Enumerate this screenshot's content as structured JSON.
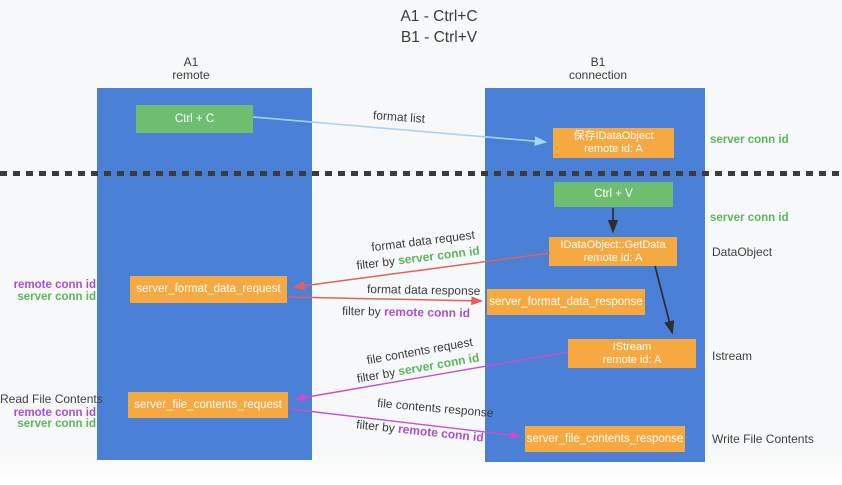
{
  "title": {
    "line1": "A1 - Ctrl+C",
    "line2": "B1 - Ctrl+V"
  },
  "lifelines": {
    "left": {
      "name": "A1",
      "subtitle": "remote"
    },
    "right": {
      "name": "B1",
      "subtitle": "connection"
    }
  },
  "nodes": {
    "ctrl_c": {
      "label": "Ctrl + C"
    },
    "save_idataobject": {
      "line1": "保存IDataObject",
      "line2": "remote id: A"
    },
    "ctrl_v": {
      "label": "Ctrl + V"
    },
    "getdata": {
      "line1": "IDataObject::GetData",
      "line2": "remote id: A"
    },
    "format_request": {
      "label": "server_format_data_request"
    },
    "format_response": {
      "label": "server_format_data_response"
    },
    "istream": {
      "line1": "IStream",
      "line2": "remote id: A"
    },
    "file_request": {
      "label": "server_file_contents_request"
    },
    "file_response": {
      "label": "server_file_contents_response"
    }
  },
  "right_labels": {
    "server_conn_id_top": "server conn id",
    "server_conn_id_mid": "server conn id",
    "dataobject": "DataObject",
    "istream": "Istream",
    "write_file_contents": "Write File Contents"
  },
  "left_labels": {
    "remote_conn_id_top": "remote conn id",
    "server_conn_id_top": "server conn id",
    "read_file_contents": "Read File Contents",
    "remote_conn_id_bottom": "remote conn id",
    "server_conn_id_bottom": "server conn id"
  },
  "flow_labels": {
    "format_list": "format list",
    "format_data_request": "format data request",
    "format_data_request_filter": {
      "prefix": "filter by ",
      "id": "server conn id"
    },
    "format_data_response": "format data response",
    "format_data_response_filter": {
      "prefix": "filter by ",
      "id": "remote conn id"
    },
    "file_contents_request": "file contents request",
    "file_contents_request_filter": {
      "prefix": "filter by ",
      "id": "server conn id"
    },
    "file_contents_response": "file contents response",
    "file_contents_response_filter": {
      "prefix": "filter by ",
      "id": "remote conn id"
    }
  },
  "colors": {
    "lifeline_blue": "#4a80d5",
    "node_orange": "#f7a941",
    "node_green": "#6fbe70",
    "server_conn_green": "#5cb65c",
    "remote_conn_purple": "#a653c8",
    "request_arrow_red": "#e0615e",
    "response_arrow_magenta": "#cb4ecb",
    "format_list_arrow_blue": "#a5d5f5",
    "black_arrow": "#2d2d2d",
    "separator_dark": "#3b3b3b",
    "text_dark": "#3c3c3c",
    "background": "#f7f8f9"
  }
}
